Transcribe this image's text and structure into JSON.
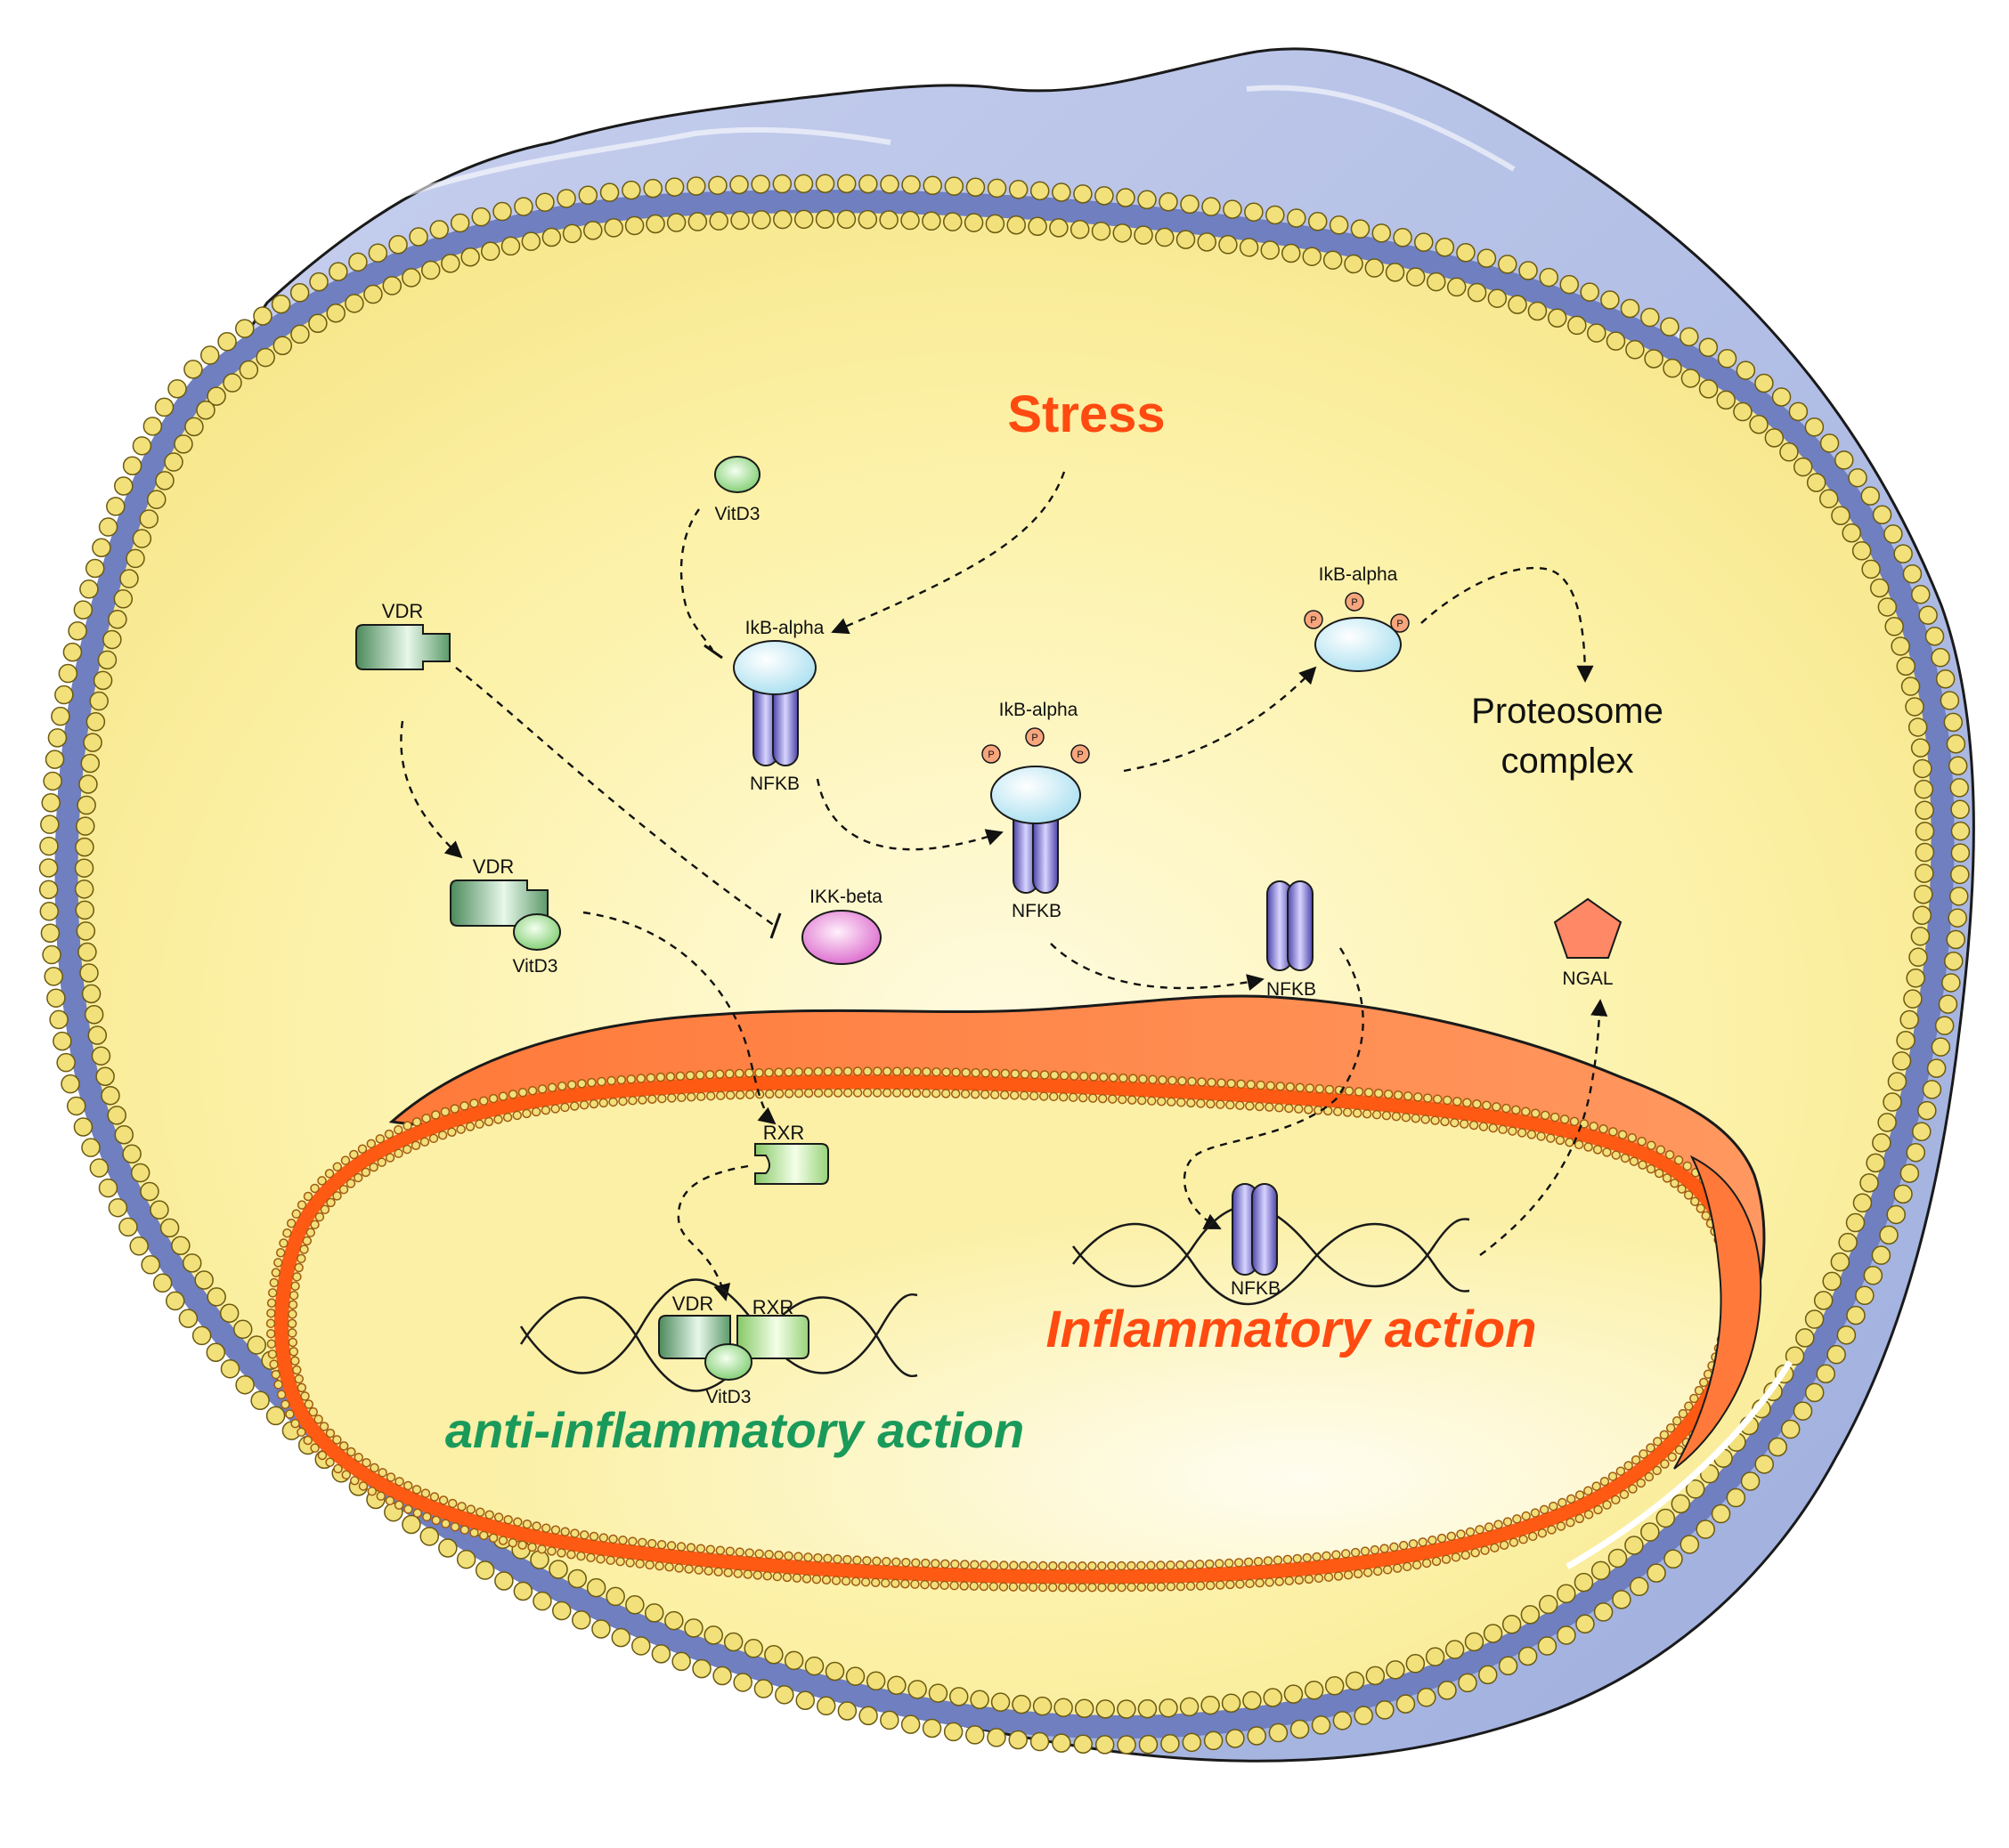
{
  "titles": {
    "stress": "Stress",
    "inflammatory": "Inflammatory action",
    "anti_inflammatory": "anti-inflammatory action",
    "proteosome_line1": "Proteosome",
    "proteosome_line2": "complex"
  },
  "labels": {
    "vitd3_top": "VitD3",
    "vdr_top": "VDR",
    "vdr_mid": "VDR",
    "vitd3_mid": "VitD3",
    "ikb_alpha_1": "IkB-alpha",
    "nfkb_1": "NFKB",
    "ikk_beta": "IKK-beta",
    "ikb_alpha_2": "IkB-alpha",
    "nfkb_2": "NFKB",
    "ikb_alpha_3": "IkB-alpha",
    "nfkb_3": "NFKB",
    "ngal": "NGAL",
    "rxr_nuc": "RXR",
    "nfkb_dna": "NFKB",
    "vdr_dna": "VDR",
    "rxr_dna": "RXR",
    "vitd3_dna": "VitD3",
    "phospho": "P"
  },
  "colors": {
    "stress": "#ff4a10",
    "inflammatory": "#ff4a10",
    "anti_inflammatory": "#1a9a5a",
    "cytoplasm": "#fbf0a0",
    "membrane_bead": "#f2e07a",
    "membrane_core": "#6f7fc0",
    "cell_back": "#b9c3e6",
    "nucleus_envelope": "#ff8a4a",
    "nfkb": "#7a72c8",
    "ikb": "#c9eef8",
    "ikk": "#e877d9",
    "vdr": "#6aa878",
    "rxr": "#a8dc84",
    "vitd3": "#9ee08a",
    "ngal": "#ff8866",
    "phosphate": "#f7a57c"
  }
}
